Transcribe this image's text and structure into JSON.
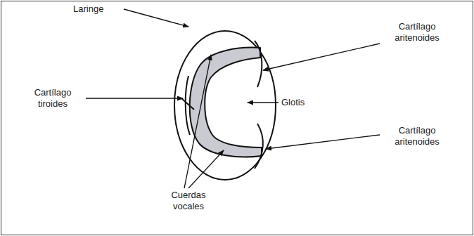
{
  "diagram": {
    "labels": [
      "Laringe",
      "Cartílago aritenoides",
      "Cartílago tiroides",
      "Glotis",
      "Cartílago aritenoides",
      "Cuerdas vocales"
    ]
  }
}
